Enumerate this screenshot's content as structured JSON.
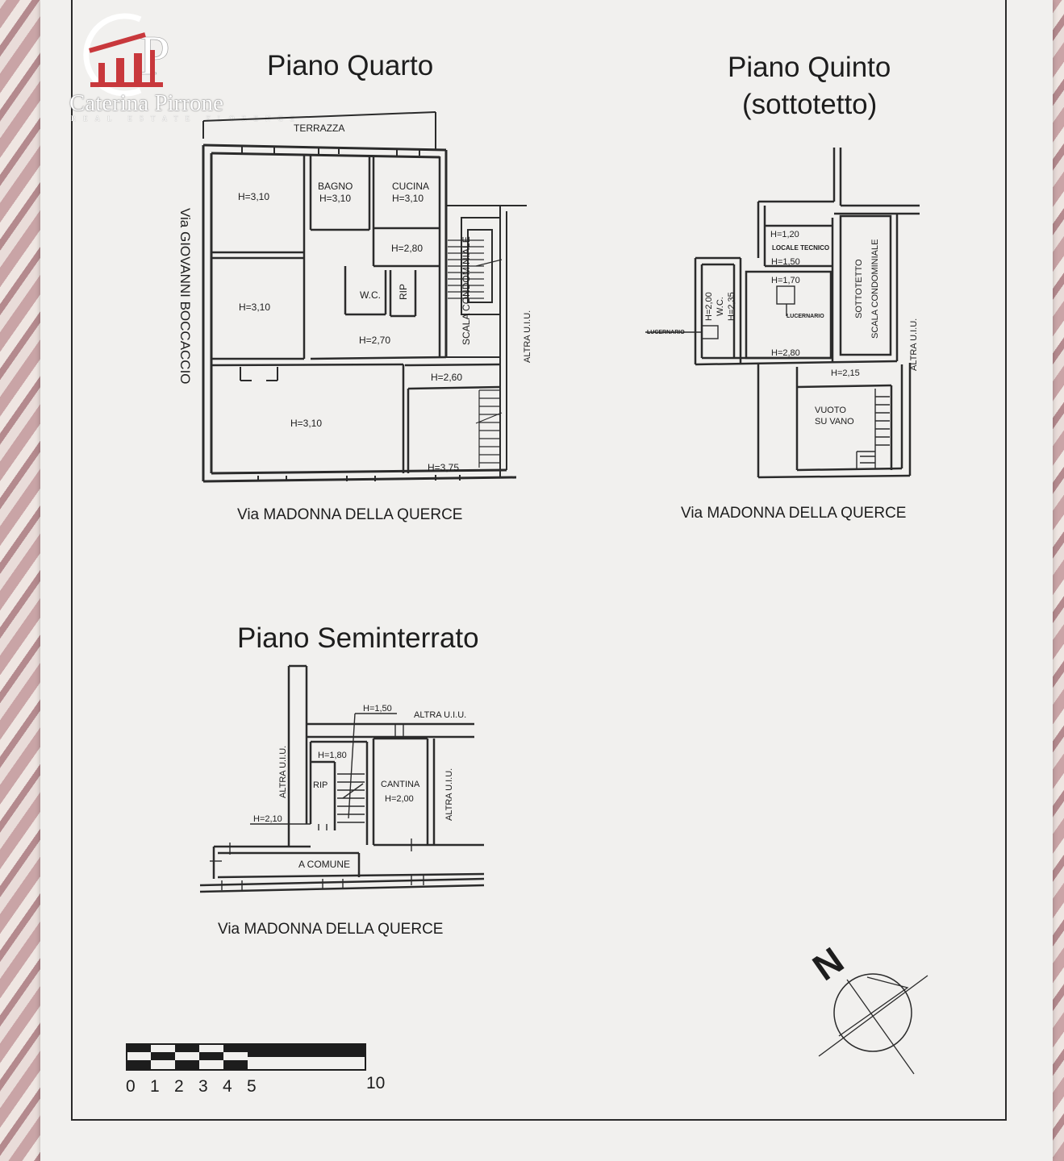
{
  "logo": {
    "initials_1": "C",
    "initials_2": "P",
    "name": "Caterina Pirrone",
    "tagline": "REAL ESTATE FLORENCE",
    "accent_color": "#c8383c"
  },
  "plans": {
    "quarto": {
      "title": "Piano Quarto",
      "street_south": "Via MADONNA DELLA QUERCE",
      "street_west": "Via GIOVANNI BOCCACCIO",
      "terrace": "TERRAZZA",
      "rooms": {
        "room_nw": "H=3,10",
        "bagno_name": "BAGNO",
        "bagno_h": "H=3,10",
        "cucina_name": "CUCINA",
        "cucina_h": "H=3,10",
        "small_h": "H=2,80",
        "room_w": "H=3,10",
        "wc": "W.C.",
        "rip": "RIP",
        "corridor_h": "H=2,70",
        "scala": "SCALA CONDOMINIALE",
        "altra": "ALTRA U.I.U.",
        "room_big": "H=3,10",
        "stair_h1": "H=2,60",
        "stair_h2": "H=3,75"
      }
    },
    "quinto": {
      "title_1": "Piano Quinto",
      "title_2": "(sottotetto)",
      "street_south": "Via MADONNA DELLA QUERCE",
      "rooms": {
        "h120": "H=1,20",
        "locale": "LOCALE TECNICO",
        "h150": "H=1,50",
        "sottotetto": "SOTTOTETTO",
        "scala": "SCALA CONDOMINIALE",
        "h200": "H=2,00",
        "wc": "W.C.",
        "h235": "H=2,35",
        "lucernario": "LUCERNARIO",
        "h170": "H=1,70",
        "h280": "H=2,80",
        "altra": "ALTRA U.I.U.",
        "h215": "H=2,15",
        "vuoto_1": "VUOTO",
        "vuoto_2": "SU VANO"
      }
    },
    "seminterrato": {
      "title": "Piano Seminterrato",
      "street_south": "Via MADONNA DELLA QUERCE",
      "rooms": {
        "h150": "H=1,50",
        "altra_top": "ALTRA U.I.U.",
        "altra_left": "ALTRA U.I.U.",
        "h180": "H=1,80",
        "rip": "RIP",
        "cantina": "CANTINA",
        "cantina_h": "H=2,00",
        "altra_right": "ALTRA U.I.U.",
        "h210": "H=2,10",
        "comune": "A COMUNE"
      }
    }
  },
  "north": "N",
  "scale_bar": {
    "labels": [
      "0",
      "1",
      "2",
      "3",
      "4",
      "5",
      "10"
    ]
  }
}
